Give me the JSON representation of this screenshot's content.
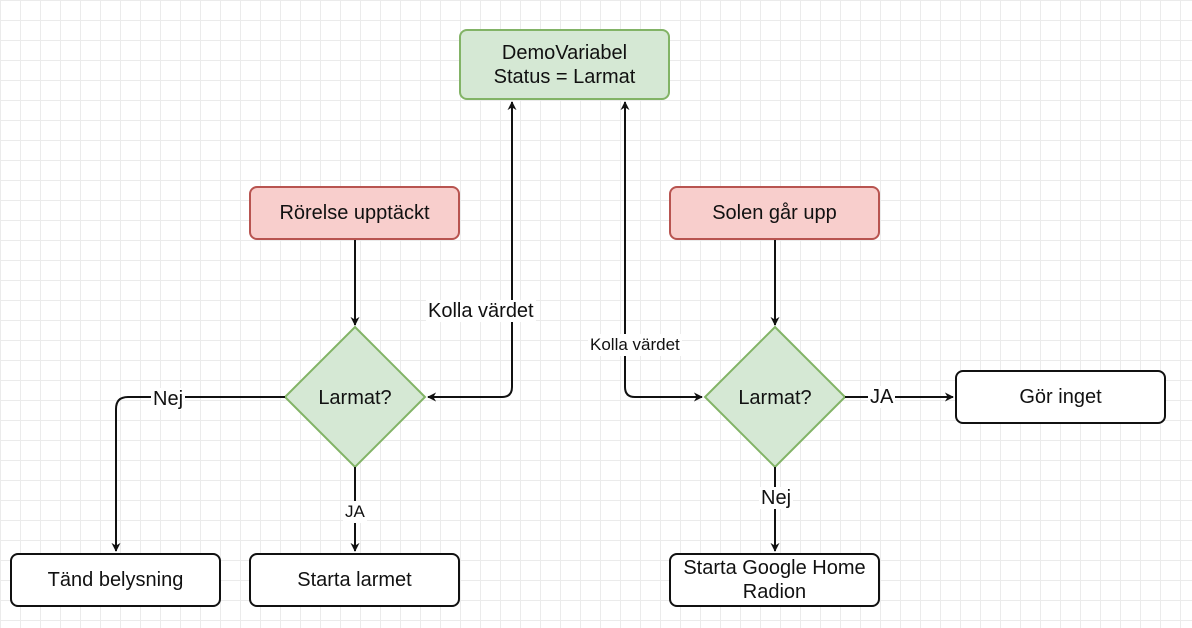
{
  "nodes": {
    "demo_variable": {
      "text": "DemoVariabel\nStatus = Larmat"
    },
    "motion_event": {
      "text": "Rörelse upptäckt"
    },
    "sunrise_event": {
      "text": "Solen går upp"
    },
    "decision_left": {
      "text": "Larmat?"
    },
    "decision_right": {
      "text": "Larmat?"
    },
    "turn_on_lights": {
      "text": "Tänd belysning"
    },
    "start_alarm": {
      "text": "Starta larmet"
    },
    "do_nothing": {
      "text": "Gör inget"
    },
    "start_google_radio": {
      "text": "Starta Google Home\nRadion"
    }
  },
  "edges": {
    "check_value_left": "Kolla värdet",
    "check_value_right": "Kolla värdet",
    "no_left": "Nej",
    "yes_left": "JA",
    "yes_right": "JA",
    "no_right": "Nej"
  },
  "colors": {
    "green_fill": "#d5e8d4",
    "green_border": "#82b366",
    "red_fill": "#f8cecc",
    "red_border": "#b85450",
    "line": "#111111"
  }
}
